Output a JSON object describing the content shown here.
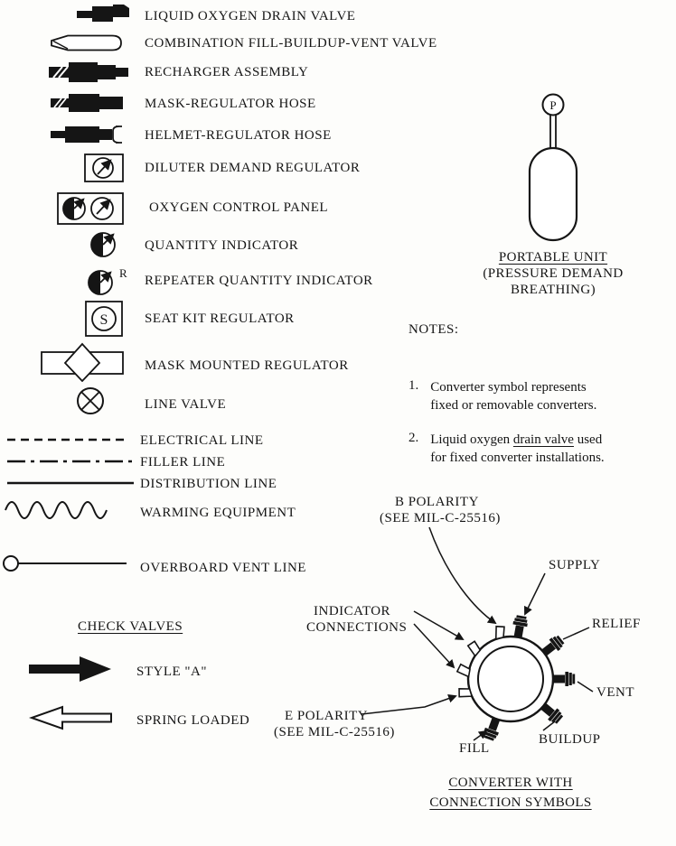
{
  "page": {
    "bg": "#fdfdfb",
    "ink": "#151515"
  },
  "legend": {
    "items": [
      {
        "label": "LIQUID OXYGEN DRAIN VALVE"
      },
      {
        "label": "COMBINATION FILL-BUILDUP-VENT VALVE"
      },
      {
        "label": "RECHARGER ASSEMBLY"
      },
      {
        "label": "MASK-REGULATOR HOSE"
      },
      {
        "label": "HELMET-REGULATOR HOSE"
      },
      {
        "label": "DILUTER DEMAND REGULATOR"
      },
      {
        "label": "OXYGEN CONTROL PANEL"
      },
      {
        "label": "QUANTITY INDICATOR"
      },
      {
        "label": "REPEATER QUANTITY INDICATOR"
      },
      {
        "label": "SEAT KIT REGULATOR"
      },
      {
        "label": "MASK MOUNTED REGULATOR"
      },
      {
        "label": "LINE VALVE"
      },
      {
        "label": "ELECTRICAL LINE"
      },
      {
        "label": "FILLER LINE"
      },
      {
        "label": "DISTRIBUTION LINE"
      },
      {
        "label": "WARMING EQUIPMENT"
      },
      {
        "label": "OVERBOARD VENT LINE"
      }
    ],
    "repeater_letter": "R",
    "seat_kit_letter": "S"
  },
  "check_valves": {
    "heading": "CHECK VALVES",
    "style_a_label": "STYLE \"A\"",
    "spring_loaded_label": "SPRING LOADED"
  },
  "portable_unit": {
    "symbol_letter": "P",
    "title": "PORTABLE UNIT",
    "subtitle_line1": "(PRESSURE DEMAND",
    "subtitle_line2": "BREATHING)"
  },
  "notes": {
    "heading": "NOTES:",
    "note1_number": "1.",
    "note1_line1": "Converter symbol represents",
    "note1_line2": "fixed or removable converters.",
    "note2_number": "2.",
    "note2_line1_prefix": "Liquid oxygen ",
    "note2_line1_underlined": "drain valve",
    "note2_line1_suffix": " used",
    "note2_line2": "for fixed converter installations."
  },
  "converter": {
    "b_polarity_line1": "B POLARITY",
    "b_polarity_line2": "(SEE MIL-C-25516)",
    "supply": "SUPPLY",
    "indicator_line1": "INDICATOR",
    "indicator_line2": "CONNECTIONS",
    "relief": "RELIEF",
    "vent": "VENT",
    "e_polarity_line1": "E POLARITY",
    "e_polarity_line2": "(SEE MIL-C-25516)",
    "fill": "FILL",
    "buildup": "BUILDUP",
    "caption_line1": "CONVERTER WITH",
    "caption_line2": "CONNECTION SYMBOLS"
  }
}
